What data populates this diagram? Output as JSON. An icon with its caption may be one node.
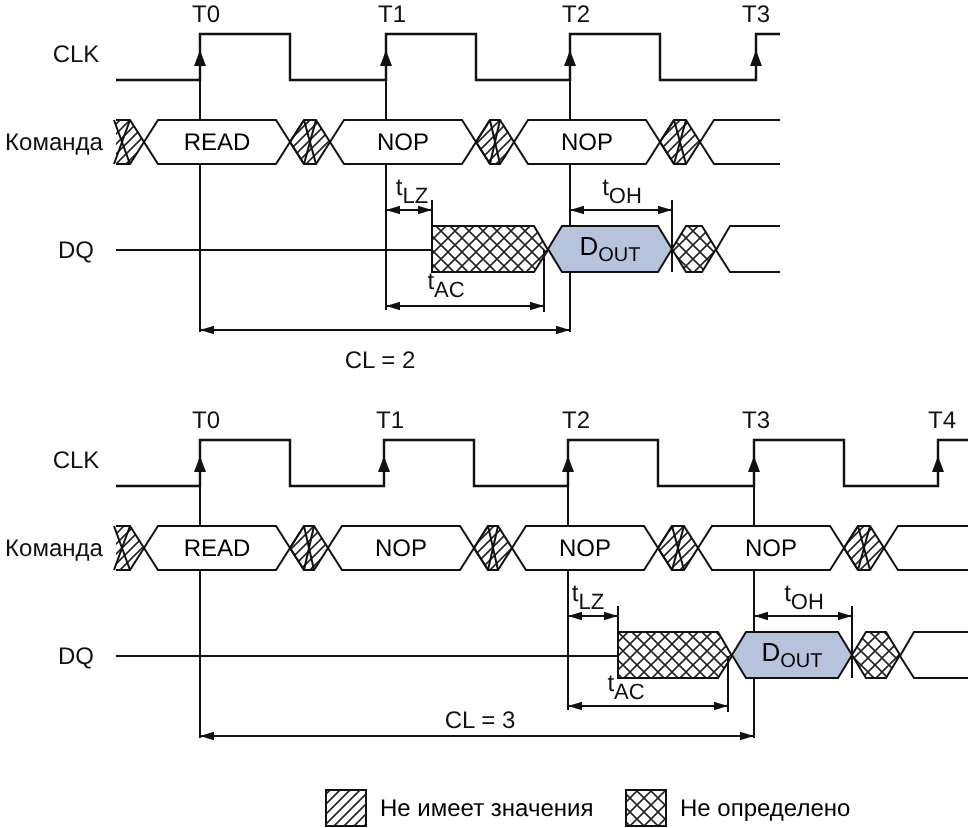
{
  "diagram": {
    "nodes": [
      {
        "text": [
          "READ"
        ]
      },
      {
        "text": [
          "NOP"
        ]
      },
      {
        "text": [
          "NOP"
        ]
      },
      {
        "text": [
          "D$_{OUT}$"
        ]
      },
      {
        "text": [
          "READ"
        ]
      },
      {
        "text": [
          "NOP"
        ]
      },
      {
        "text": [
          "NOP"
        ]
      },
      {
        "text": [
          "NOP"
        ]
      },
      {
        "text": [
          "D$_{OUT}$"
        ]
      }
    ],
    "labels": [
      "T0",
      "T1",
      "T2",
      "T3",
      "CLK",
      "Команда",
      "DQ",
      "t$_{LZ}$",
      "t$_{OH}$",
      "t$_{AC}$",
      "CL = 2",
      "T0",
      "T1",
      "T2",
      "T3",
      "T4",
      "CLK",
      "Команда",
      "DQ",
      "t$_{LZ}$",
      "t$_{OH}$",
      "t$_{AC}$",
      "CL = 3"
    ],
    "legend": [
      {
        "text": "Не имеет значения"
      },
      {
        "text": "Не определено"
      }
    ]
  }
}
